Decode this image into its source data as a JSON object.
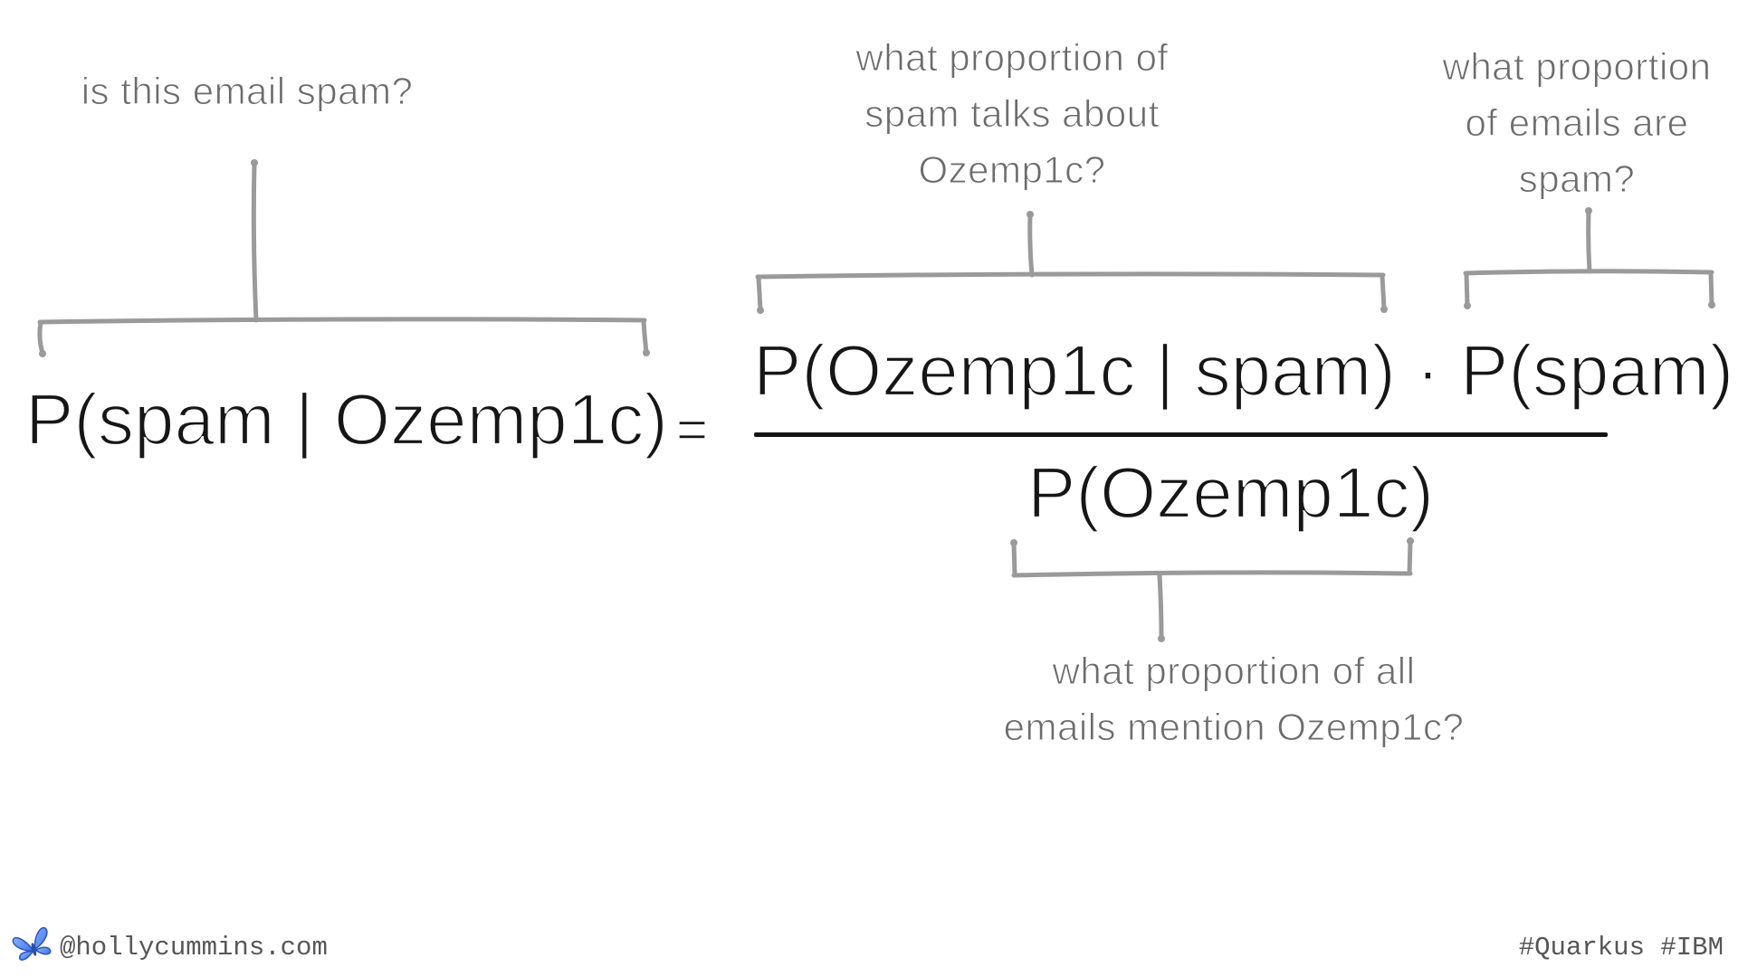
{
  "slide_background": "#ffffff",
  "colors": {
    "formula_text": "#161616",
    "annotation_text": "#6c6c6c",
    "brace_stroke": "#9a9a9a",
    "footer_text": "#565656",
    "butterfly_blue": "#3f72ee"
  },
  "equation": {
    "lhs": "P(spam | Ozemp1c)",
    "equals": "=",
    "numerator": "P(Ozemp1c | spam) · P(spam)",
    "denominator": "P(Ozemp1c)"
  },
  "annotations": {
    "lhs": "is this email spam?",
    "numerator": [
      "what proportion of",
      "spam talks about",
      "Ozemp1c?"
    ],
    "prior": [
      "what proportion",
      "of emails are",
      "spam?"
    ],
    "denominator": [
      "what proportion of all",
      "emails mention Ozemp1c?"
    ]
  },
  "footer": {
    "handle": "@hollycummins.com",
    "hashtags": "#Quarkus #IBM",
    "icon": "bluesky-butterfly"
  }
}
